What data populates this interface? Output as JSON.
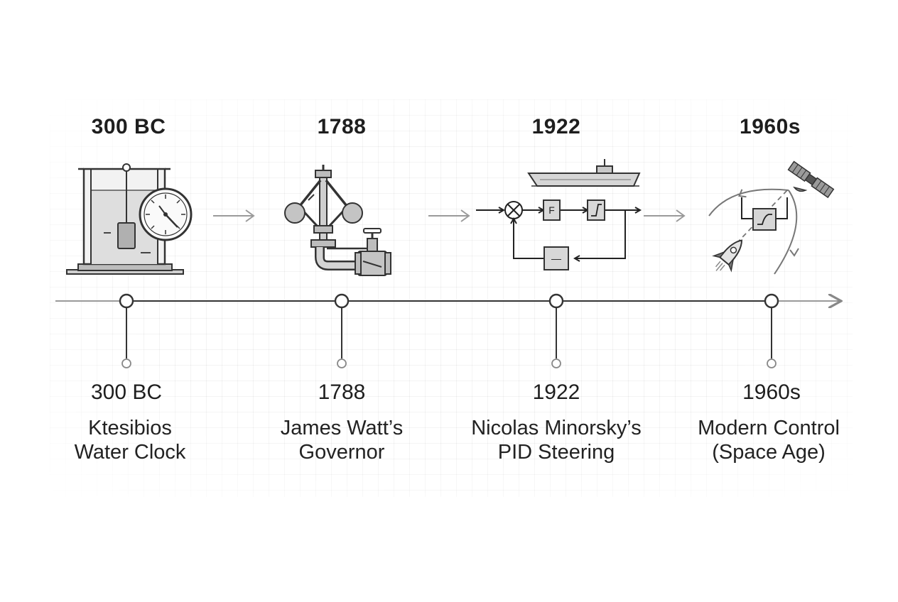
{
  "milestones": [
    {
      "year": "300 BC",
      "title_line1": "Ktesibios",
      "title_line2": "Water Clock",
      "icon": "water-clock-icon"
    },
    {
      "year": "1788",
      "title_line1": "James Watt’s",
      "title_line2": "Governor",
      "icon": "centrifugal-governor-icon"
    },
    {
      "year": "1922",
      "title_line1": "Nicolas Minorsky’s",
      "title_line2": "PID Steering",
      "icon": "pid-block-diagram-icon"
    },
    {
      "year": "1960s",
      "title_line1": "Modern Control",
      "title_line2": "(Space Age)",
      "icon": "space-age-control-icon"
    }
  ],
  "pid_blocks": {
    "forward_1": "F",
    "feedback": "—"
  },
  "colors": {
    "stroke": "#333333",
    "fill_light": "#dcdcdc",
    "fill_mid": "#bdbdbd",
    "arrow_light": "#9a9a9a",
    "grid": "#ebebeb"
  }
}
